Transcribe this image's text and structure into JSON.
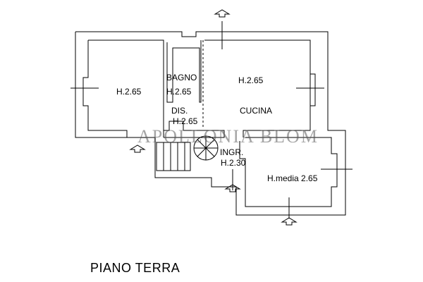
{
  "rooms": {
    "left_room": {
      "height": "H.2.65"
    },
    "bathroom": {
      "name": "BAGNO",
      "height": "H.2.65"
    },
    "hallway": {
      "name": "DIS.",
      "height": "H.2.65"
    },
    "kitchen": {
      "name": "CUCINA",
      "height": "H.2.65"
    },
    "entrance": {
      "name": "INGR.",
      "height": "H.2.30"
    },
    "right_room": {
      "height": "H.media 2.65"
    }
  },
  "watermark": "APOLLONIA BLOM",
  "floor_title": "PIANO TERRA"
}
